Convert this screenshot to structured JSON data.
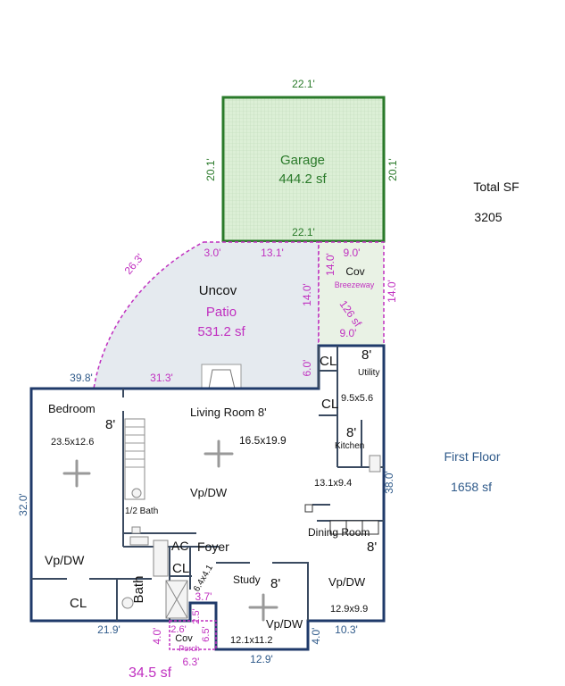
{
  "summary": {
    "total_label": "Total SF",
    "total_value": "3205",
    "floor_label": "First Floor",
    "floor_value": "1658 sf"
  },
  "garage": {
    "name": "Garage",
    "area": "444.2 sf",
    "dims": {
      "top": "22.1'",
      "bottom": "22.1'",
      "left": "20.1'",
      "right": "20.1'"
    }
  },
  "patio": {
    "line1": "Uncov",
    "line2": "Patio",
    "area": "531.2 sf",
    "dims": {
      "arc": "26.3'",
      "top_a": "3.0'",
      "top_b": "13.1'",
      "right": "14.0'",
      "bottom": "31.3'",
      "outer": "39.8'",
      "right_low": "6.0'"
    }
  },
  "breezeway": {
    "line1": "Cov",
    "line2": "Breezeway",
    "area": "126 sf",
    "dims": {
      "top": "9.0'",
      "bottom": "9.0'",
      "left": "14.0'",
      "right": "14.0'"
    }
  },
  "rooms": {
    "bedroom": {
      "name": "Bedroom",
      "height": "8'",
      "size": "23.5x12.6",
      "note": "Vp/DW"
    },
    "living": {
      "name": "Living Room 8'",
      "size": "16.5x19.9",
      "note": "Vp/DW"
    },
    "utility": {
      "name": "Utility",
      "height": "8'",
      "size": "9.5x5.6",
      "cl1": "CL",
      "cl2": "CL"
    },
    "kitchen": {
      "name": "Kitchen",
      "height": "8'",
      "size": "13.1x9.4"
    },
    "half_bath": "1/2 Bath",
    "dining": {
      "name": "Dining Room",
      "height": "8'",
      "note": "Vp/DW",
      "size": "12.9x9.9"
    },
    "foyer": {
      "name": "Foyer",
      "ac": "AC",
      "cl": "CL",
      "size": "6.4x4.1"
    },
    "bath": "Bath",
    "closet": "CL",
    "study": {
      "name": "Study",
      "height": "8'",
      "note": "Vp/DW",
      "size": "12.1x11.2"
    }
  },
  "porch": {
    "line1": "Cov",
    "line2": "Porch",
    "area": "34.5 sf",
    "dims": {
      "a": "3.7'",
      "b": "2.5'",
      "c": "2.6'",
      "d": "6.5'",
      "e": "4.0'",
      "f": "6.3'"
    }
  },
  "house_dims": {
    "left": "32.0'",
    "right": "38.0'",
    "bottom_left": "21.9'",
    "study_bottom": "12.9'",
    "study_side": "4.0'",
    "bottom_right": "10.3'"
  }
}
